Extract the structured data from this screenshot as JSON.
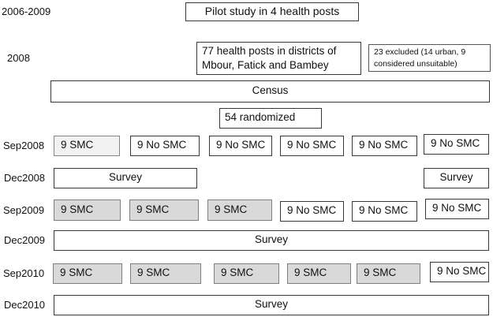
{
  "palette": {
    "background": "#ffffff",
    "box_border": "#383838",
    "smc_fill": "#d9d9d9",
    "smc_fill_light": "#f2f2f2",
    "smc_border": "#7f7f7f",
    "text": "#111111"
  },
  "header": {
    "pilot_year": "2006-2009",
    "pilot_box": "Pilot study in 4 health posts",
    "recruit_year": "2008",
    "recruit_line1": "77 health posts in districts of",
    "recruit_line2": "Mbour, Fatick and Bambey",
    "excluded_line1": "23 excluded (14 urban, 9",
    "excluded_line2": "considered unsuitable)",
    "census": "Census",
    "randomized": "54 randomized"
  },
  "rows": [
    {
      "label": "Sep2008",
      "cells": [
        {
          "text": "9 SMC",
          "shaded": true
        },
        {
          "text": "9 No SMC",
          "shaded": false
        },
        {
          "text": "9 No SMC",
          "shaded": false
        },
        {
          "text": "9 No SMC",
          "shaded": false
        },
        {
          "text": "9 No SMC",
          "shaded": false
        },
        {
          "text": "9 No SMC",
          "shaded": false
        }
      ]
    },
    {
      "label": "Dec2008",
      "cells": [
        {
          "text": "Survey",
          "span": "cols 1-2"
        },
        {
          "text": "Survey",
          "span": "col 6"
        }
      ]
    },
    {
      "label": "Sep2009",
      "cells": [
        {
          "text": "9 SMC",
          "shaded": true
        },
        {
          "text": "9 SMC",
          "shaded": true
        },
        {
          "text": "9 SMC",
          "shaded": true
        },
        {
          "text": "9 No SMC",
          "shaded": false
        },
        {
          "text": "9 No SMC",
          "shaded": false
        },
        {
          "text": "9 No SMC",
          "shaded": false
        }
      ]
    },
    {
      "label": "Dec2009",
      "cells": [
        {
          "text": "Survey",
          "span": "cols 1-6"
        }
      ]
    },
    {
      "label": "Sep2010",
      "cells": [
        {
          "text": "9 SMC",
          "shaded": true
        },
        {
          "text": "9 SMC",
          "shaded": true
        },
        {
          "text": "9 SMC",
          "shaded": true
        },
        {
          "text": "9 SMC",
          "shaded": true
        },
        {
          "text": "9 SMC",
          "shaded": true
        },
        {
          "text": "9 No SMC",
          "shaded": false
        }
      ]
    },
    {
      "label": "Dec2010",
      "cells": [
        {
          "text": "Survey",
          "span": "cols 1-6"
        }
      ]
    }
  ]
}
